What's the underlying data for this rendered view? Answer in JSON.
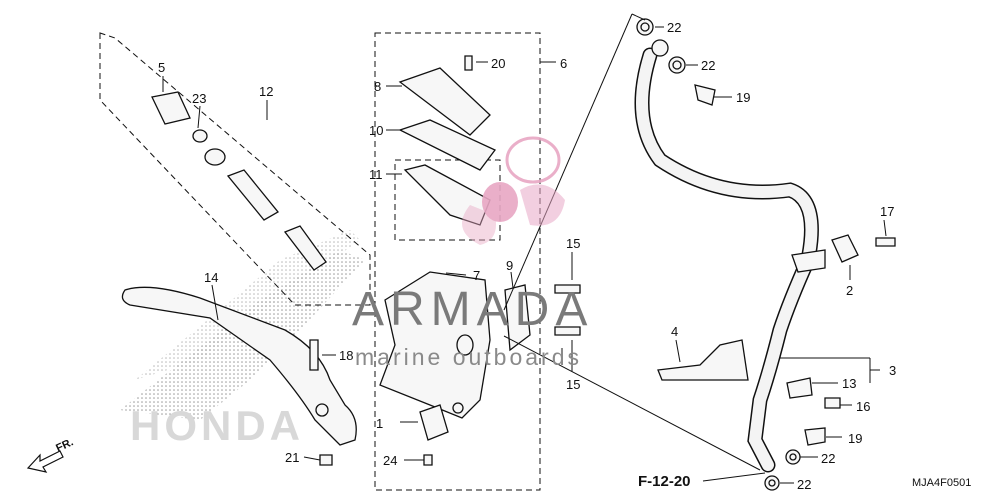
{
  "callouts": {
    "c1": "1",
    "c2": "2",
    "c3": "3",
    "c4": "4",
    "c5": "5",
    "c6": "6",
    "c7": "7",
    "c8": "8",
    "c9": "9",
    "c10": "10",
    "c11": "11",
    "c12": "12",
    "c13": "13",
    "c14": "14",
    "c15a": "15",
    "c15b": "15",
    "c16": "16",
    "c17": "17",
    "c18": "18",
    "c19a": "19",
    "c19b": "19",
    "c20": "20",
    "c21": "21",
    "c22a": "22",
    "c22b": "22",
    "c22c": "22",
    "c22d": "22",
    "c23": "23",
    "c24": "24"
  },
  "reference": "F-12-20",
  "diagram_code": "MJA4F0501",
  "front_label": "FR.",
  "watermark": {
    "title": "ARMADA",
    "subtitle": "marine outboards"
  },
  "brand_text": "HONDA",
  "colors": {
    "logo_pink": "#e8a7c4",
    "watermark_gray": "#7a7a7a",
    "line": "#111111"
  }
}
